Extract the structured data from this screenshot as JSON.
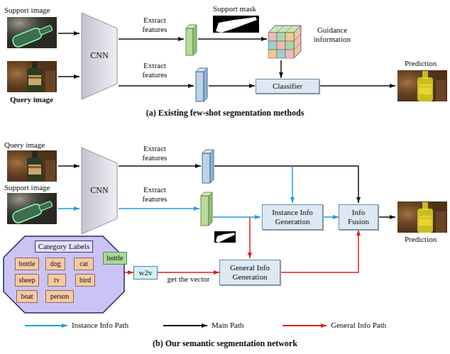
{
  "diagram": {
    "nodes": [
      {
        "text": [
          "CNN"
        ]
      },
      {
        "text": [
          "Classifier"
        ]
      },
      {
        "text": [
          "CNN"
        ]
      },
      {
        "text": [
          "Instance Info Generation"
        ]
      },
      {
        "text": [
          "Info Fusion"
        ]
      },
      {
        "text": [
          "Category Labels"
        ]
      },
      {
        "text": [
          "bottle"
        ],
        "in": 5
      },
      {
        "text": [
          "dog"
        ],
        "in": 5
      },
      {
        "text": [
          "cat"
        ],
        "in": 5
      },
      {
        "text": [
          "sheep"
        ],
        "in": 5
      },
      {
        "text": [
          "tv"
        ],
        "in": 5
      },
      {
        "text": [
          "bird"
        ],
        "in": 5
      },
      {
        "text": [
          "boat"
        ],
        "in": 5
      },
      {
        "text": [
          "person"
        ],
        "in": 5
      },
      {
        "text": [
          "bottle"
        ]
      },
      {
        "text": [
          "w2v"
        ]
      },
      {
        "text": [
          "General Info Generation"
        ]
      }
    ],
    "edges": [
      {
        "from": 3,
        "to": 4,
        "arrow": "to"
      },
      {
        "from": 14,
        "to": 15,
        "arrow": "to"
      },
      {
        "from": 15,
        "to": 16,
        "label": "get the vector",
        "arrow": "to"
      },
      {
        "from": 16,
        "to": 4,
        "arrow": "to"
      }
    ],
    "labels": [
      "Support image",
      "Query image",
      "Extract features",
      "Extract features",
      "Support mask",
      "Guidance information",
      "Prediction",
      "(a) Existing few-shot segmentation methods",
      "Query image",
      "Support image",
      "Extract features",
      "Extract features",
      "Prediction",
      "(b) Our semantic segmentation network"
    ],
    "legend": [
      {
        "text": "Instance Info Path"
      },
      {
        "text": "Main Path"
      },
      {
        "text": "General Info Path"
      }
    ]
  }
}
